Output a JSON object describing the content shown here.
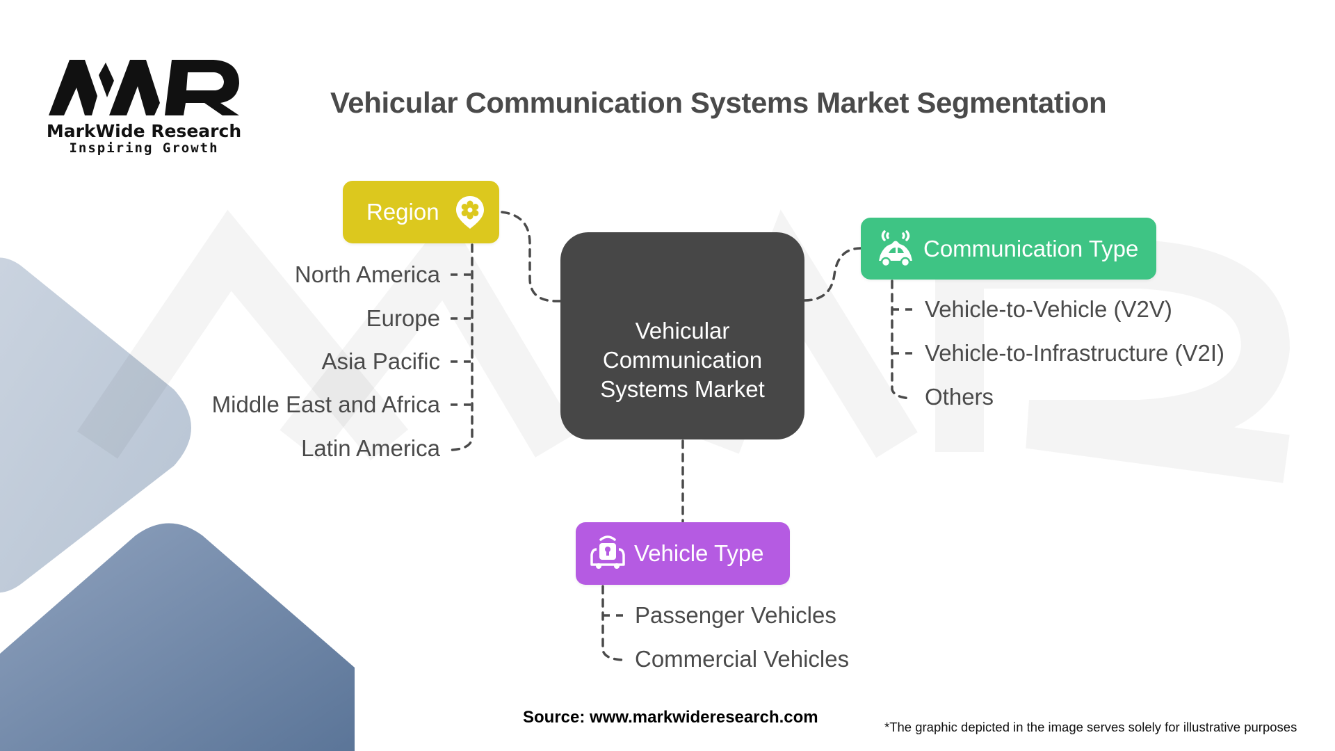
{
  "logo": {
    "mark": "MWR",
    "name": "MarkWide Research",
    "tagline": "Inspiring Growth"
  },
  "title": "Vehicular Communication Systems Market Segmentation",
  "watermark": "MWR",
  "center": {
    "label": "Vehicular Communication Systems Market",
    "lines": [
      "Vehicular",
      "Communication",
      "Systems Market"
    ],
    "color": "#474747"
  },
  "segments": {
    "region": {
      "label": "Region",
      "icon": "location-pin-gear-icon",
      "color": "#DCC81E",
      "items": [
        "North America",
        "Europe",
        "Asia Pacific",
        "Middle East and Africa",
        "Latin America"
      ]
    },
    "communication_type": {
      "label": "Communication Type",
      "icon": "connected-car-icon",
      "color": "#3EC484",
      "items": [
        "Vehicle-to-Vehicle (V2V)",
        "Vehicle-to-Infrastructure (V2I)",
        "Others"
      ]
    },
    "vehicle_type": {
      "label": "Vehicle Type",
      "icon": "secure-vehicle-icon",
      "color": "#B55BE2",
      "items": [
        "Passenger Vehicles",
        "Commercial Vehicles"
      ]
    }
  },
  "footer": {
    "source": "Source: www.markwideresearch.com",
    "disclaimer": "*The graphic depicted in the image serves solely for illustrative purposes"
  }
}
